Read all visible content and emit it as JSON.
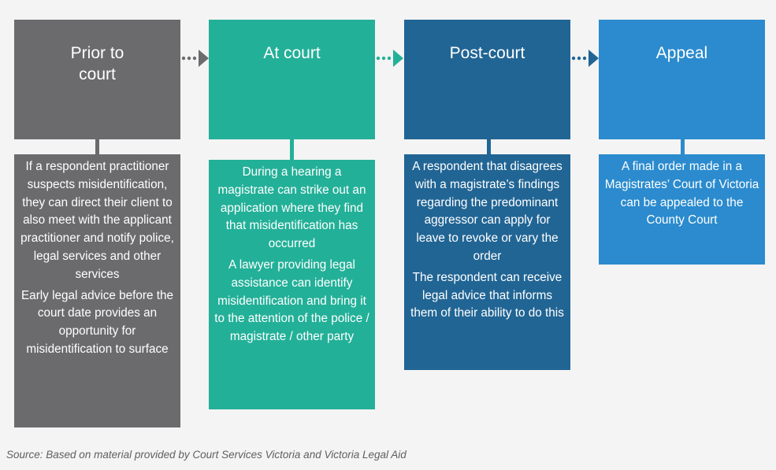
{
  "stages": [
    {
      "title": "Prior to court",
      "title_lines": [
        "Prior to",
        "court"
      ],
      "color": "#6b6b6d",
      "paragraphs": [
        "If a respondent practitioner suspects misidentification, they can direct their client to also meet with the applicant practitioner and notify police, legal services and other services",
        "Early legal advice before the court date provides an opportunity for misidentification to surface"
      ]
    },
    {
      "title": "At court",
      "title_lines": [
        "At court"
      ],
      "color": "#23b098",
      "paragraphs": [
        "During a hearing a magistrate can strike out an application where they find that misidentification has occurred",
        "A lawyer providing legal assistance can identify misidentification and bring it to the attention of the police / magistrate / other party"
      ]
    },
    {
      "title": "Post-court",
      "title_lines": [
        "Post-court"
      ],
      "color": "#216594",
      "paragraphs": [
        "A respondent that disagrees with a magistrate’s findings regarding the predominant aggressor can apply for leave to revoke or vary the order",
        "The respondent can receive legal advice that informs them of their ability to do this"
      ]
    },
    {
      "title": "Appeal",
      "title_lines": [
        "Appeal"
      ],
      "color": "#2b8bce",
      "paragraphs": [
        "A final order made in a Magistrates’ Court of Victoria can be appealed to the County Court"
      ]
    }
  ],
  "arrows": [
    {
      "from": "Prior to court",
      "to": "At court",
      "color": "#6b6b6d",
      "icon": "dotted-arrow-right-icon"
    },
    {
      "from": "At court",
      "to": "Post-court",
      "color": "#23b098",
      "icon": "dotted-arrow-right-icon"
    },
    {
      "from": "Post-court",
      "to": "Appeal",
      "color": "#216594",
      "icon": "dotted-arrow-right-icon"
    }
  ],
  "caption": "Source: Based on material provided by Court Services Victoria and Victoria Legal Aid"
}
